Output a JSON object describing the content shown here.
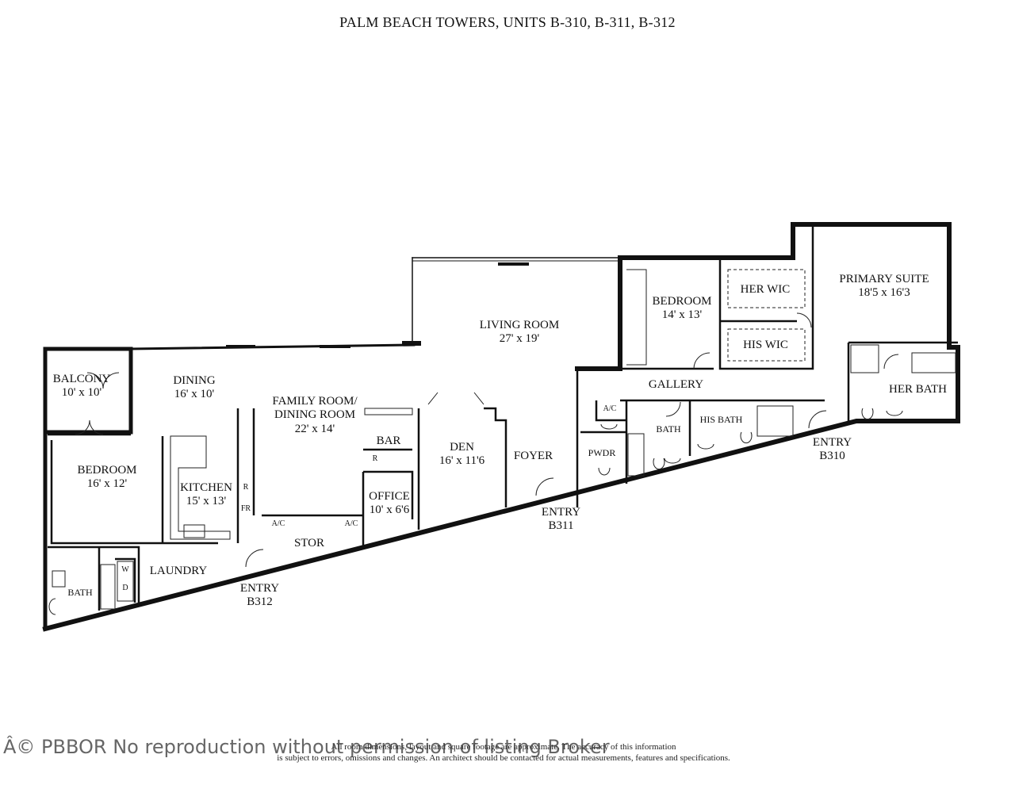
{
  "title": "PALM BEACH TOWERS, UNITS B-310, B-311, B-312",
  "rooms": {
    "balcony": {
      "name": "BALCONY",
      "dim": "10' x 10'"
    },
    "dining": {
      "name": "DINING",
      "dim": "16' x 10'"
    },
    "family_room": {
      "name": "FAMILY ROOM/",
      "name2": "DINING ROOM",
      "dim": "22' x 14'"
    },
    "bedroom_west": {
      "name": "BEDROOM",
      "dim": "16' x 12'"
    },
    "kitchen": {
      "name": "KITCHEN",
      "dim": "15' x 13'"
    },
    "bar": {
      "name": "BAR"
    },
    "office": {
      "name": "OFFICE",
      "dim": "10' x 6'6"
    },
    "den": {
      "name": "DEN",
      "dim": "16' x 11'6"
    },
    "living_room": {
      "name": "LIVING ROOM",
      "dim": "27' x 19'"
    },
    "foyer": {
      "name": "FOYER"
    },
    "bedroom_east": {
      "name": "BEDROOM",
      "dim": "14' x 13'"
    },
    "gallery": {
      "name": "GALLERY"
    },
    "her_wic": {
      "name": "HER WIC"
    },
    "his_wic": {
      "name": "HIS WIC"
    },
    "primary_suite": {
      "name": "PRIMARY SUITE",
      "dim": "18'5 x 16'3"
    },
    "her_bath": {
      "name": "HER BATH"
    },
    "his_bath": {
      "name": "HIS BATH"
    },
    "bath_center": {
      "name": "BATH"
    },
    "pwdr": {
      "name": "PWDR"
    },
    "stor": {
      "name": "STOR"
    },
    "laundry": {
      "name": "LAUNDRY"
    },
    "bath_west": {
      "name": "BATH"
    }
  },
  "entries": {
    "b312": {
      "line1": "ENTRY",
      "line2": "B312"
    },
    "b311": {
      "line1": "ENTRY",
      "line2": "B311"
    },
    "b310": {
      "line1": "ENTRY",
      "line2": "B310"
    }
  },
  "fixtures": {
    "ac": "A/C",
    "refrigerator": "R",
    "freezer": "FR",
    "washer": "W",
    "dryer": "D"
  },
  "disclaimer": {
    "line1": "All room dimensions, layout and square footage are approximate. The accuracy of this information",
    "line2": "is subject to errors, omissions and changes. An architect should be contacted for actual measurements, features and specifications."
  },
  "watermark": "Â© PBBOR No reproduction without permission of listing Broker"
}
